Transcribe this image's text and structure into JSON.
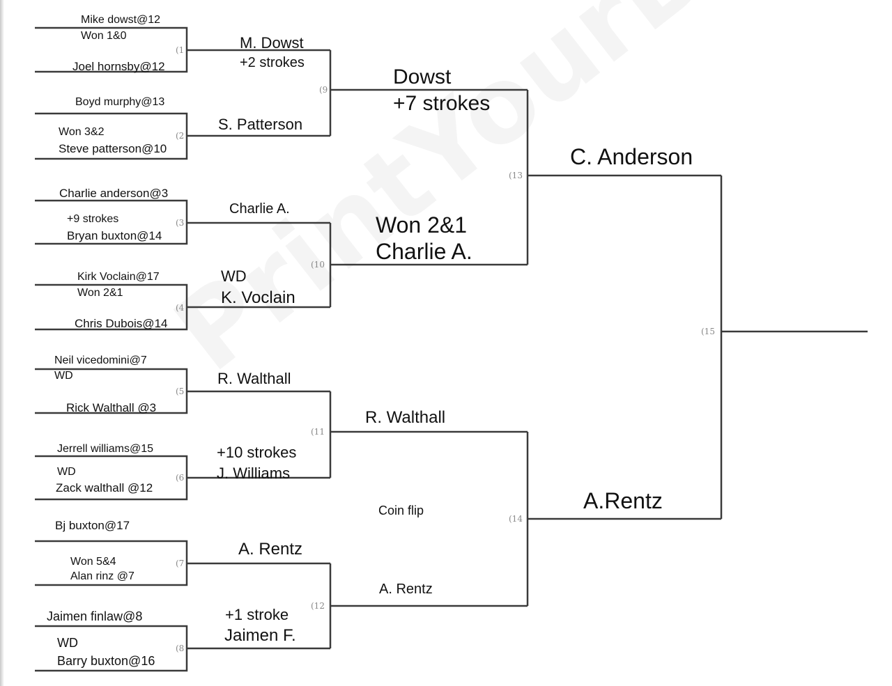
{
  "watermark": "PrintYourBracket",
  "round1": {
    "m1": {
      "top": "Mike dowst@12",
      "note": "Won 1&0",
      "bottom": "Joel hornsby@12",
      "num": "(1"
    },
    "m2": {
      "top": "Boyd murphy@13",
      "note": "Won 3&2",
      "bottom": "Steve patterson@10",
      "num": "(2"
    },
    "m3": {
      "top": "Charlie anderson@3",
      "note": "+9 strokes",
      "bottom": "Bryan buxton@14",
      "num": "(3"
    },
    "m4": {
      "top": "Kirk Voclain@17",
      "note": "Won 2&1",
      "bottom": "Chris Dubois@14",
      "num": "(4"
    },
    "m5": {
      "top": "Neil vicedomini@7",
      "note": "WD",
      "bottom": "Rick Walthall @3",
      "num": "(5"
    },
    "m6": {
      "top": "Jerrell williams@15",
      "note": "WD",
      "bottom": "Zack walthall @12",
      "num": "(6"
    },
    "m7": {
      "top": "Bj buxton@17",
      "note": "Won 5&4",
      "bottom": "Alan rinz @7",
      "num": "(7"
    },
    "m8": {
      "top": "Jaimen finlaw@8",
      "note": "WD",
      "bottom": "Barry buxton@16",
      "num": "(8"
    }
  },
  "round2": {
    "m9": {
      "winner": "M. Dowst",
      "note": "+2 strokes",
      "num": "(9"
    },
    "m9b": {
      "winner": "S. Patterson"
    },
    "m10": {
      "winner": "Charlie A."
    },
    "m10b": {
      "note": "WD",
      "winner": "K. Voclain",
      "num": "(10"
    },
    "m11": {
      "winner": "R. Walthall",
      "num": "(11"
    },
    "m11b": {
      "note": "+10 strokes",
      "winner": "J. Williams"
    },
    "m12": {
      "winner": "A. Rentz",
      "num": "(12"
    },
    "m12b": {
      "note": "+1 stroke",
      "winner": "Jaimen F."
    }
  },
  "round3": {
    "m13": {
      "winner": "Dowst",
      "note": "+7 strokes",
      "num": "(13"
    },
    "m13b": {
      "note": "Won 2&1",
      "winner": "Charlie A."
    },
    "m14": {
      "winner": "R. Walthall",
      "note": "Coin flip",
      "num": "(14"
    },
    "m14b": {
      "winner": "A. Rentz"
    }
  },
  "round4": {
    "top": "C. Anderson",
    "bottom": "A.Rentz",
    "num": "(15"
  },
  "colors": {
    "lines": "#3a3a3a",
    "text": "#111111",
    "numbers": "#888888"
  }
}
